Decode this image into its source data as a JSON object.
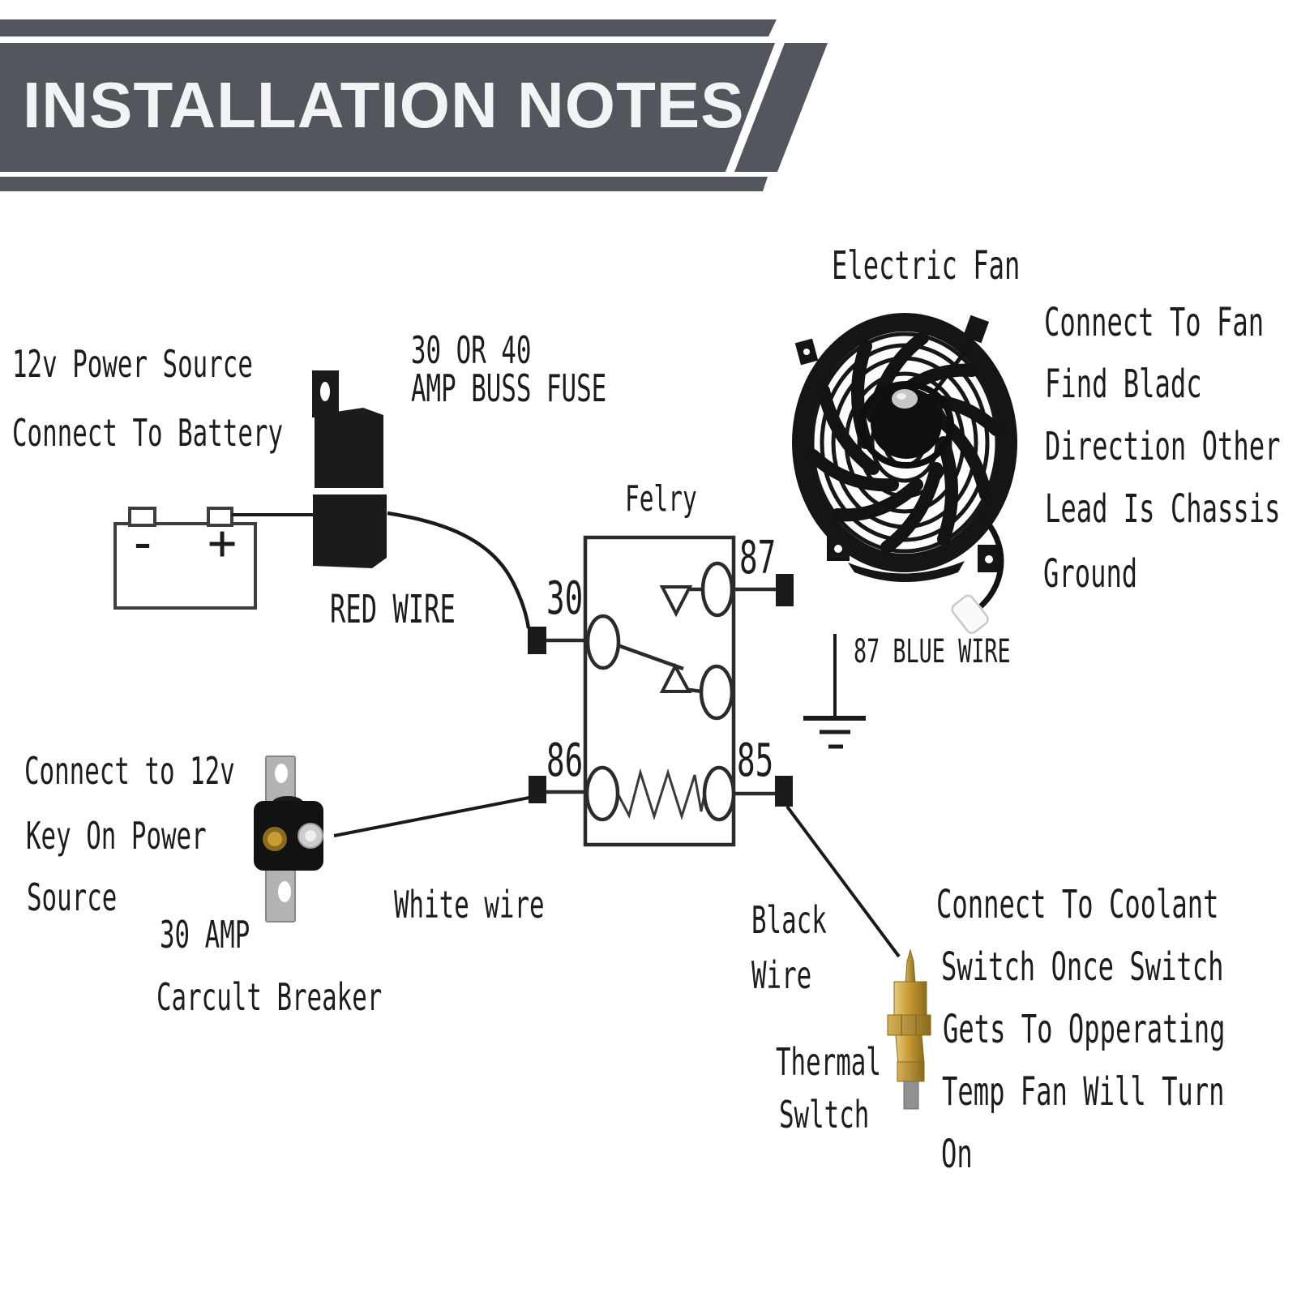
{
  "header": {
    "title": "INSTALLATION NOTES"
  },
  "colors": {
    "banner": "#53565c",
    "ink": "#1c1c1c",
    "relay_stroke": "#2b2b2b",
    "brass": "#c89b35",
    "metal": "#b3b3b5"
  },
  "battery": {
    "caption": [
      "12v Power Source",
      "Connect To Battery"
    ],
    "minus": "-",
    "plus": "+"
  },
  "fuse": {
    "caption": [
      "30 OR 40",
      "AMP BUSS FUSE"
    ],
    "wire_label": "RED WIRE"
  },
  "relay": {
    "title": "Felry",
    "pins": {
      "p30": "30",
      "p87": "87",
      "p86": "86",
      "p85": "85"
    },
    "blue_wire_label": "87 BLUE WIRE"
  },
  "fan": {
    "title": "Electric Fan",
    "note": [
      "Connect To Fan",
      "Find Bladc",
      "Direction Other",
      "Lead Is Chassis",
      "Ground"
    ]
  },
  "key_power": {
    "caption": [
      "Connect to 12v",
      "Key On Power",
      "Source"
    ]
  },
  "breaker": {
    "caption": [
      "30 AMP",
      "Carcult Breaker"
    ],
    "wire_label": "White wire"
  },
  "thermal": {
    "wire_label": [
      "Black",
      "Wire"
    ],
    "caption": [
      "Thermal",
      "Swltch"
    ],
    "note": [
      "Connect To Coolant",
      "Switch Once Switch",
      "Gets To Opperating",
      "Temp Fan Will Turn",
      "On"
    ]
  }
}
